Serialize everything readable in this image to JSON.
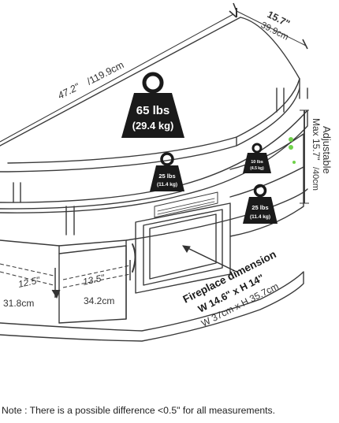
{
  "dimensions": {
    "width_in": "47.2\"",
    "width_cm": "/119.9cm",
    "depth_in": "15.7\"",
    "depth_cm": "39.9cm",
    "shelf_label": "Adjustable",
    "shelf_max": "Max 15.7\"",
    "shelf_cm": "/40cm",
    "cabinet_left_in": "12.5\"",
    "cabinet_left_cm": "31.8cm",
    "cabinet_right_in": "13.5\"",
    "cabinet_right_cm": "34.2cm"
  },
  "weights": {
    "top_lbs": "65 lbs",
    "top_kg": "(29.4 kg)",
    "middle_lbs": "25 lbs",
    "middle_kg": "(11.4 kg)",
    "upper_side_lbs": "10 lbs",
    "upper_side_kg": "(4.5 kg)",
    "lower_side_lbs": "25 lbs",
    "lower_side_kg": "(11.4 kg)"
  },
  "fireplace": {
    "title": "Fireplace dimension",
    "size_in": "W 14.6\" x H 14\"",
    "size_cm": "W 37cm x H 35.7cm"
  },
  "note": "Note : There is a possible difference <0.5\" for all measurements.",
  "colors": {
    "line": "#3a3a3a",
    "weight_fill": "#1a1a1a",
    "indicator": "#6fd24a"
  }
}
